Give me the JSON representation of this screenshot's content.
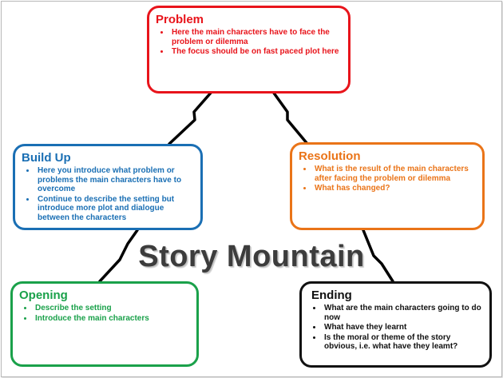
{
  "title": "Story Mountain",
  "boxes": {
    "problem": {
      "heading": "Problem",
      "color": "#e8141b",
      "points": [
        "Here the main characters have to face the problem or dilemma",
        "The focus should be on fast paced plot here"
      ]
    },
    "build_up": {
      "heading": "Build Up",
      "color": "#1a6fb4",
      "points": [
        "Here you introduce what problem or problems the main characters have to overcome",
        "Continue to describe the setting but introduce more plot and dialogue between the characters"
      ]
    },
    "resolution": {
      "heading": "Resolution",
      "color": "#ea7418",
      "points": [
        "What is the result of the main characters after facing the problem or dilemma",
        "What has changed?"
      ]
    },
    "opening": {
      "heading": "Opening",
      "color": "#1aa14a",
      "points": [
        "Describe the setting",
        "Introduce the main characters"
      ]
    },
    "ending": {
      "heading": "Ending",
      "color": "#111111",
      "points": [
        "What are the main characters going to do now",
        "What have they learnt",
        "Is the moral or theme of the story obvious, i.e. what have they leamt?"
      ]
    }
  }
}
